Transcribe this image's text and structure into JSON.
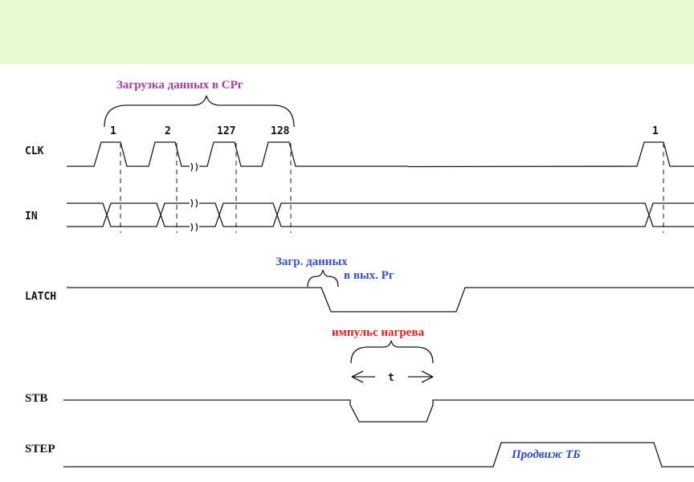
{
  "colors": {
    "banner_bg": "#e6f9cf",
    "purple_label": "#a040a0",
    "blue_label": "#3a4fc8",
    "red_label": "#e02020",
    "italic_blue": "#2a48c0"
  },
  "signals": {
    "clk": "CLK",
    "in": "IN",
    "latch": "LATCH",
    "stb": "STB",
    "step": "STEP"
  },
  "clk_pulse_labels": [
    "1",
    "2",
    "127",
    "128",
    "1"
  ],
  "annotations": {
    "load_shift_register": "Загрузка данных  в СРг",
    "load_data_line1": "Загр. данных",
    "load_data_line2": "в вых. Рг",
    "heat_pulse": "импульс нагрева",
    "pulse_width": "t",
    "advance_tb": "Продвиж ТБ"
  }
}
